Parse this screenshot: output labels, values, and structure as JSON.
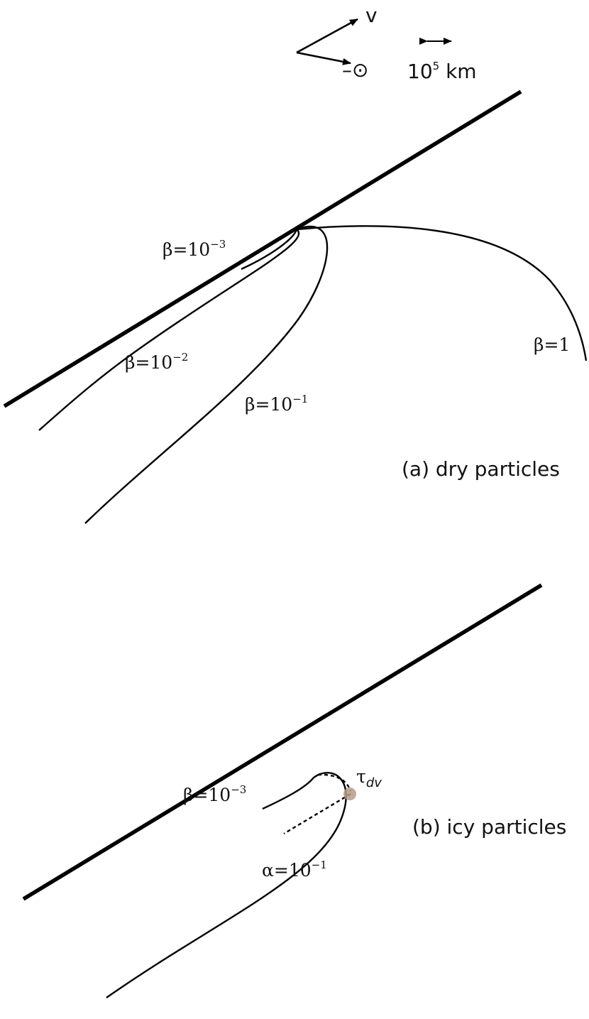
{
  "legend": {
    "velocity_label": "v",
    "antisun_label": "–⊙",
    "scale_base": "10",
    "scale_exp": "5",
    "scale_unit": " km"
  },
  "panel_a": {
    "caption": "(a) dry particles",
    "curves": [
      {
        "label_base": "β=10",
        "label_exp": "−3"
      },
      {
        "label_base": "β=10",
        "label_exp": "−2"
      },
      {
        "label_base": "β=10",
        "label_exp": "−1"
      },
      {
        "label_base": "β=1",
        "label_exp": ""
      }
    ]
  },
  "panel_b": {
    "caption": "(b) icy particles",
    "curves": [
      {
        "label_base": "β=10",
        "label_exp": "−3"
      },
      {
        "label_base": "α=10",
        "label_exp": "−1"
      }
    ],
    "marker": {
      "label_base": "τ",
      "label_sub": "dv",
      "color": "#b79b86"
    }
  }
}
